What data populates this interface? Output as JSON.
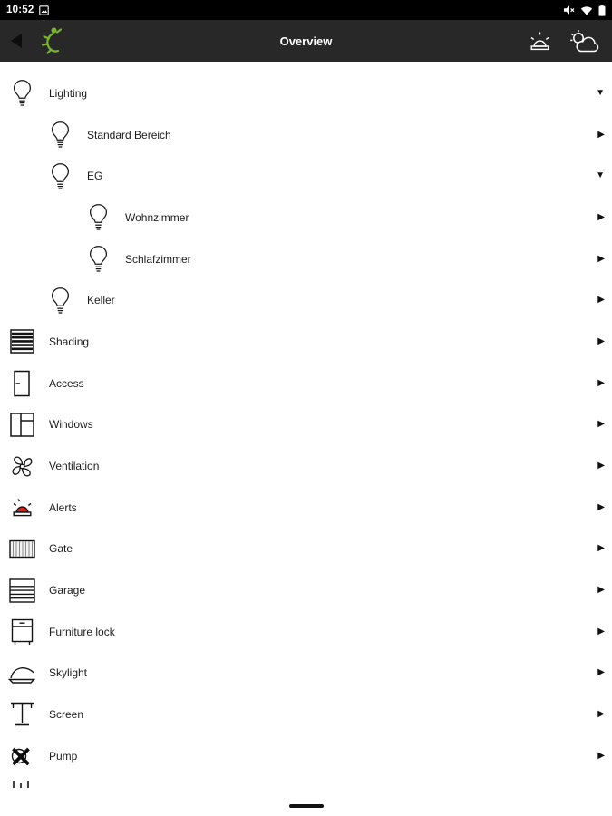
{
  "colors": {
    "accent_green": "#76b82a",
    "alert_red": "#e32119",
    "app_bar": "#282828"
  },
  "status_bar": {
    "time": "10:52"
  },
  "app_bar": {
    "title": "Overview"
  },
  "tree": [
    {
      "label": "Lighting",
      "level": 0,
      "icon": "lightbulb",
      "expanded": true,
      "chevron": "▼"
    },
    {
      "label": "Standard Bereich",
      "level": 1,
      "icon": "lightbulb",
      "expanded": false,
      "chevron": "▶"
    },
    {
      "label": "EG",
      "level": 1,
      "icon": "lightbulb",
      "expanded": true,
      "chevron": "▼"
    },
    {
      "label": "Wohnzimmer",
      "level": 2,
      "icon": "lightbulb",
      "expanded": false,
      "chevron": "▶"
    },
    {
      "label": "Schlafzimmer",
      "level": 2,
      "icon": "lightbulb",
      "expanded": false,
      "chevron": "▶"
    },
    {
      "label": "Keller",
      "level": 1,
      "icon": "lightbulb",
      "expanded": false,
      "chevron": "▶"
    },
    {
      "label": "Shading",
      "level": 0,
      "icon": "blinds",
      "expanded": false,
      "chevron": "▶"
    },
    {
      "label": "Access",
      "level": 0,
      "icon": "door",
      "expanded": false,
      "chevron": "▶"
    },
    {
      "label": "Windows",
      "level": 0,
      "icon": "window",
      "expanded": false,
      "chevron": "▶"
    },
    {
      "label": "Ventilation",
      "level": 0,
      "icon": "fan",
      "expanded": false,
      "chevron": "▶"
    },
    {
      "label": "Alerts",
      "level": 0,
      "icon": "siren",
      "expanded": false,
      "chevron": "▶"
    },
    {
      "label": "Gate",
      "level": 0,
      "icon": "gate",
      "expanded": false,
      "chevron": "▶"
    },
    {
      "label": "Garage",
      "level": 0,
      "icon": "garage-door",
      "expanded": false,
      "chevron": "▶"
    },
    {
      "label": "Furniture lock",
      "level": 0,
      "icon": "cabinet",
      "expanded": false,
      "chevron": "▶"
    },
    {
      "label": "Skylight",
      "level": 0,
      "icon": "skylight-hatch",
      "expanded": false,
      "chevron": "▶"
    },
    {
      "label": "Screen",
      "level": 0,
      "icon": "screen-blind",
      "expanded": false,
      "chevron": "▶"
    },
    {
      "label": "Pump",
      "level": 0,
      "icon": "pump",
      "expanded": false,
      "chevron": "▶"
    }
  ]
}
